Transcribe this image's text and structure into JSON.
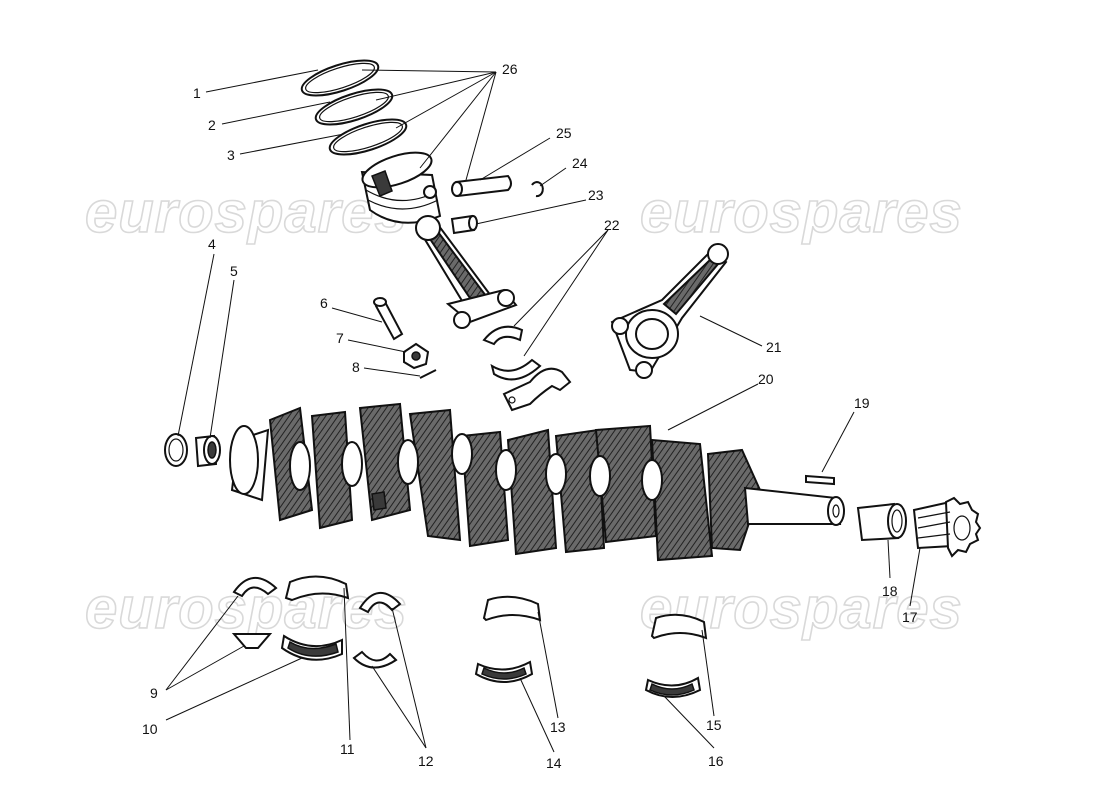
{
  "watermark": "eurospares",
  "callouts": [
    {
      "id": "1",
      "text": "1"
    },
    {
      "id": "2",
      "text": "2"
    },
    {
      "id": "3",
      "text": "3"
    },
    {
      "id": "4",
      "text": "4"
    },
    {
      "id": "5",
      "text": "5"
    },
    {
      "id": "6",
      "text": "6"
    },
    {
      "id": "7",
      "text": "7"
    },
    {
      "id": "8",
      "text": "8"
    },
    {
      "id": "9",
      "text": "9"
    },
    {
      "id": "10",
      "text": "10"
    },
    {
      "id": "11",
      "text": "11"
    },
    {
      "id": "12",
      "text": "12"
    },
    {
      "id": "13",
      "text": "13"
    },
    {
      "id": "14",
      "text": "14"
    },
    {
      "id": "15",
      "text": "15"
    },
    {
      "id": "16",
      "text": "16"
    },
    {
      "id": "17",
      "text": "17"
    },
    {
      "id": "18",
      "text": "18"
    },
    {
      "id": "19",
      "text": "19"
    },
    {
      "id": "20",
      "text": "20"
    },
    {
      "id": "21",
      "text": "21"
    },
    {
      "id": "22",
      "text": "22"
    },
    {
      "id": "23",
      "text": "23"
    },
    {
      "id": "24",
      "text": "24"
    },
    {
      "id": "25",
      "text": "25"
    },
    {
      "id": "26",
      "text": "26"
    }
  ]
}
